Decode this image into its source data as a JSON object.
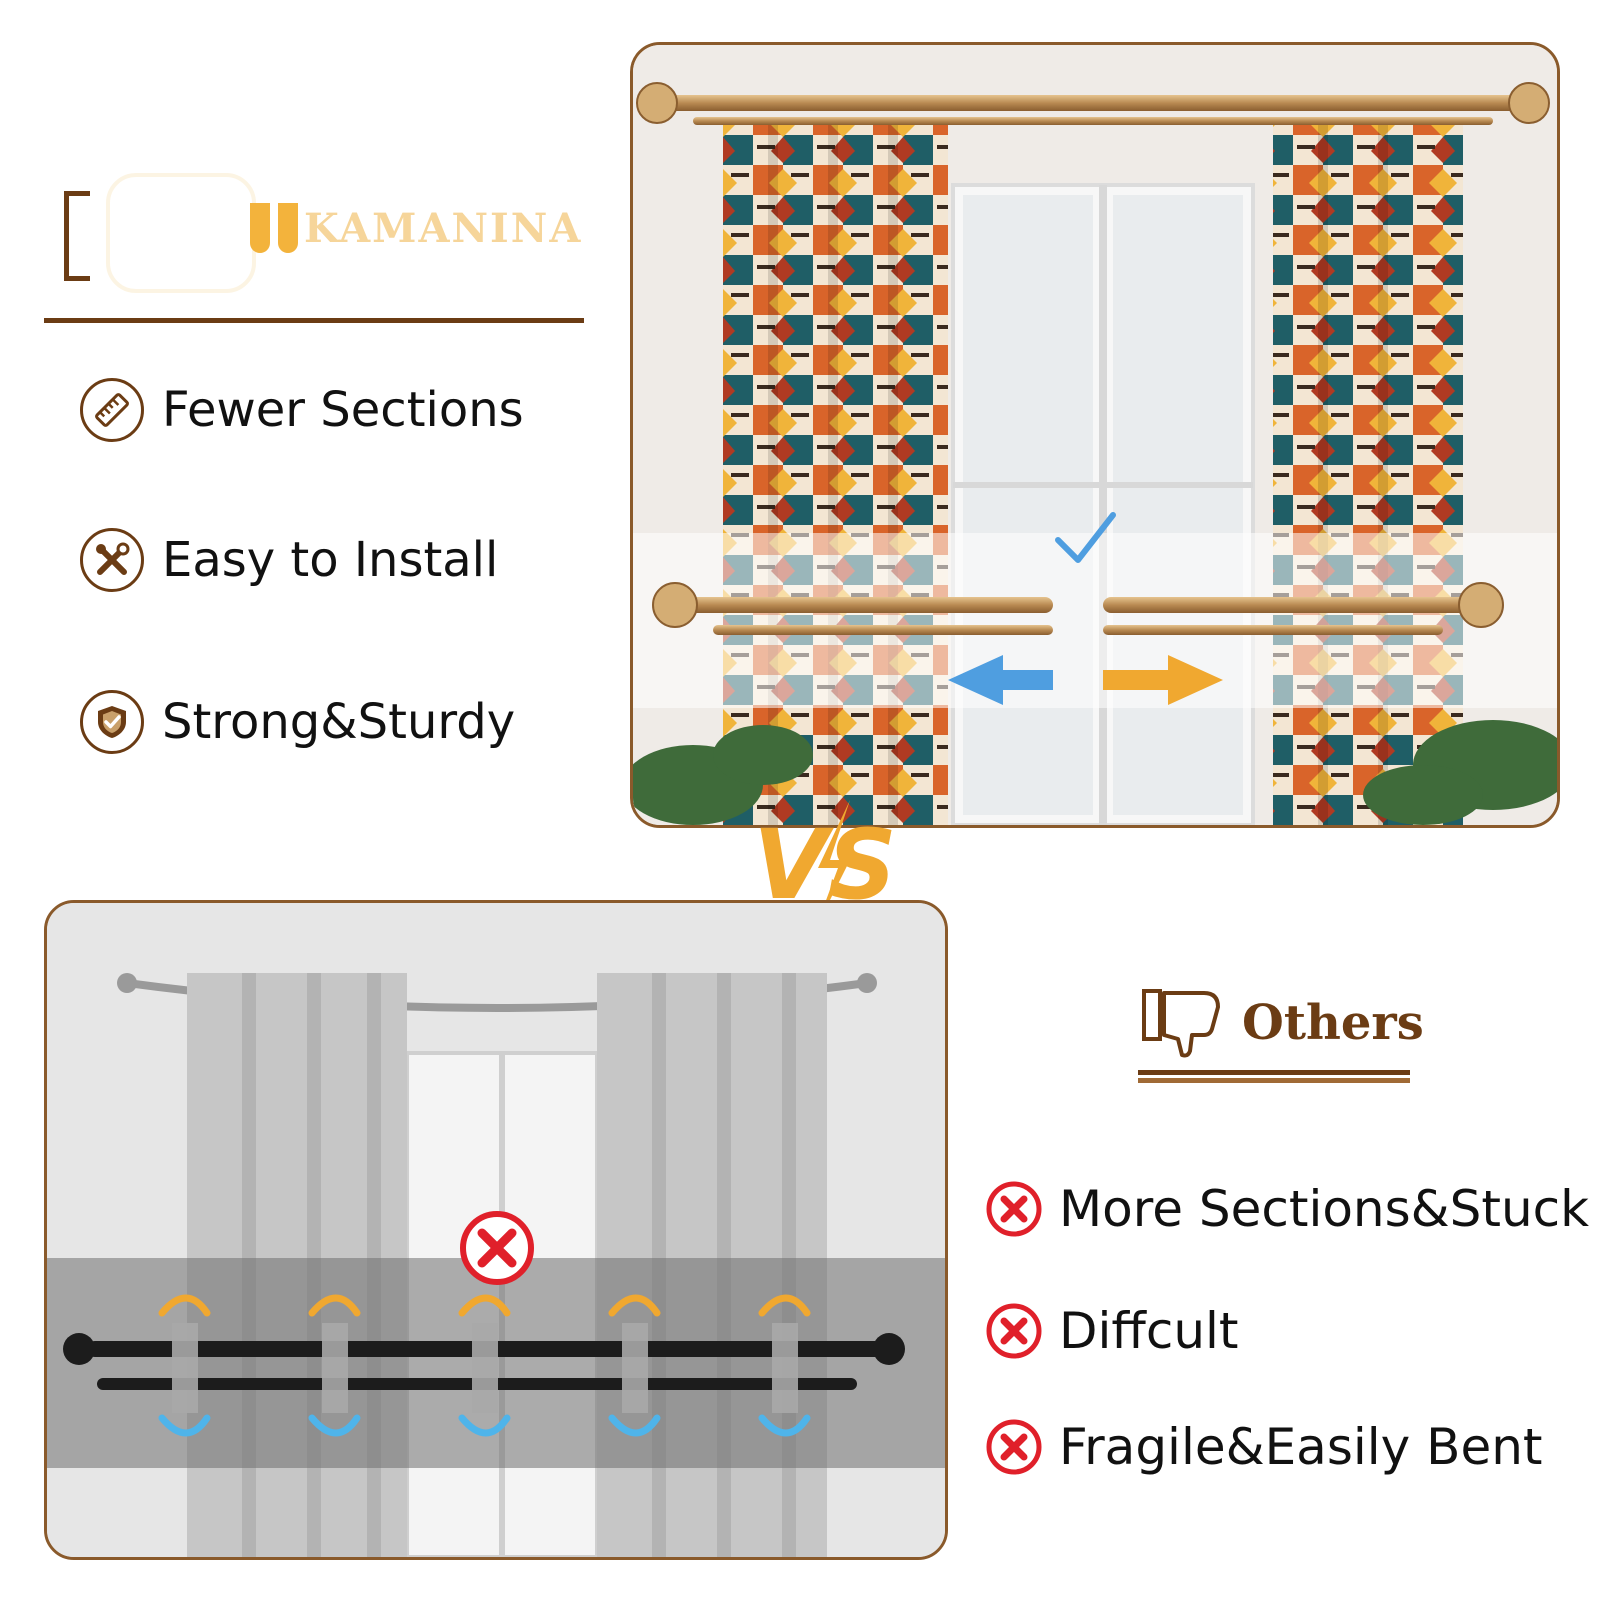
{
  "brand": {
    "name": "KAMANINA"
  },
  "features": [
    {
      "icon": "ruler-icon",
      "label": "Fewer Sections"
    },
    {
      "icon": "tools-icon",
      "label": "Easy to Install"
    },
    {
      "icon": "shield-check-icon",
      "label": "Strong&Sturdy"
    }
  ],
  "comparison": {
    "vs_text": "VS",
    "others_label": "Others"
  },
  "drawbacks": [
    {
      "icon": "x-circle-icon",
      "label": "More Sections&Stuck"
    },
    {
      "icon": "x-circle-icon",
      "label": "Diffcult"
    },
    {
      "icon": "x-circle-icon",
      "label": "Fragile&Easily Bent"
    }
  ],
  "colors": {
    "brand_brown": "#6b3c14",
    "gold": "#c9a06a",
    "orange_accent": "#f0a830",
    "blue_accent": "#4f9ee0",
    "red_cross": "#e0202a",
    "rod_black": "#1c1c1c"
  }
}
